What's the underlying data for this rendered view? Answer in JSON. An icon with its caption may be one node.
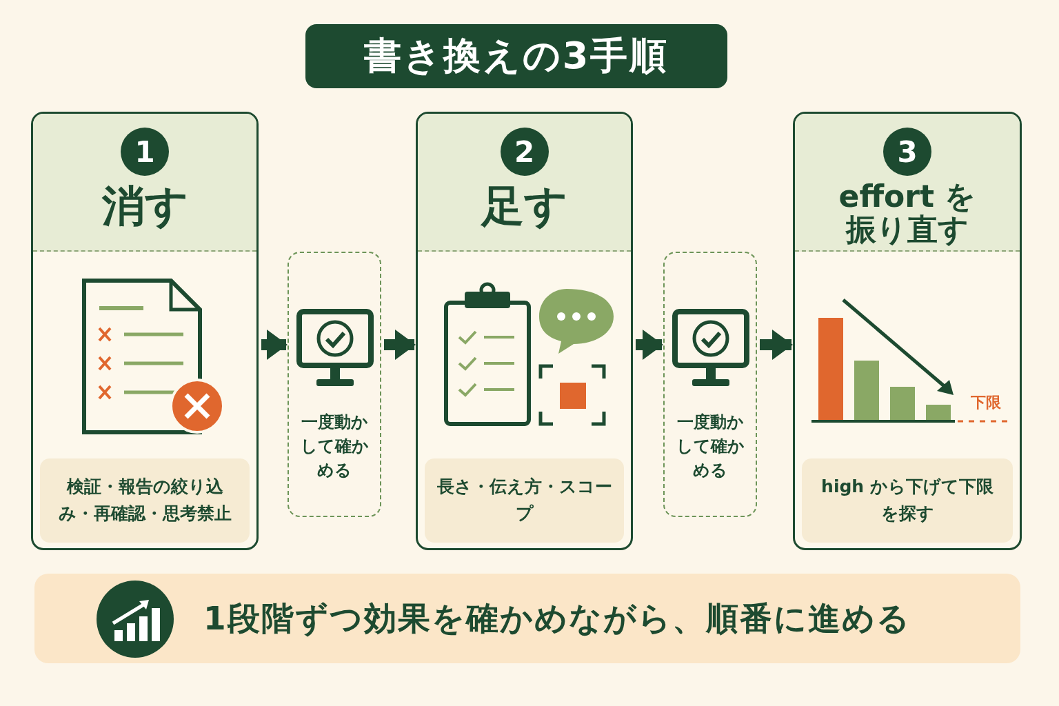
{
  "diagram": {
    "title": "書き換えの3手順",
    "nodes": [
      {
        "text": [
          "1",
          "消す"
        ]
      },
      {
        "text": [
          "検証・報告の絞り込み・再確認・思考禁止"
        ],
        "in": 0
      },
      {
        "text": [
          "一度動かして確かめる"
        ]
      },
      {
        "text": [
          "2",
          "足す"
        ]
      },
      {
        "text": [
          "長さ・伝え方・スコープ"
        ],
        "in": 3
      },
      {
        "text": [
          "一度動かして確かめる"
        ]
      },
      {
        "text": [
          "3",
          "effort を振り直す"
        ]
      },
      {
        "text": [
          "high から下げて下限を探す"
        ],
        "in": 6
      },
      {
        "text": [
          "1段階ずつ効果を確かめながら、順番に進める"
        ]
      }
    ],
    "edges": [
      {
        "from": 0,
        "to": 2,
        "arrow": "to"
      },
      {
        "from": 2,
        "to": 3,
        "arrow": "to"
      },
      {
        "from": 3,
        "to": 5,
        "arrow": "to"
      },
      {
        "from": 5,
        "to": 6,
        "arrow": "to"
      }
    ],
    "labels": [
      "下限"
    ]
  }
}
